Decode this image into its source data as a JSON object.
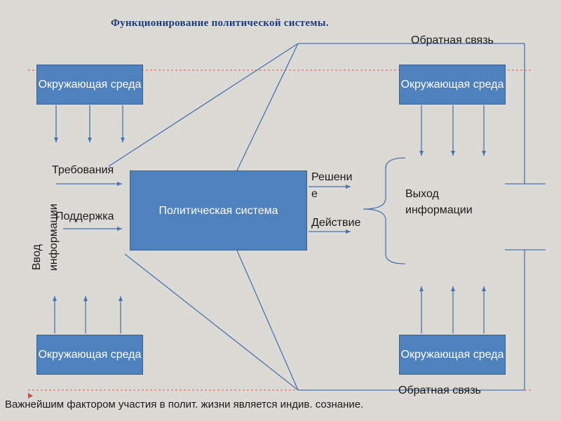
{
  "title": "Функционирование политической системы.",
  "boxes": {
    "environment_label": "Окружающая среда",
    "political_system": "Политическая система"
  },
  "labels": {
    "demands": "Требования",
    "support": "Поддержка",
    "input_info_line1": "Ввод",
    "input_info_line2": "информации",
    "decision_line1": "Решени",
    "decision_line2": "е",
    "action": "Действие",
    "output_info_line1": "Выход",
    "output_info_line2": "информации",
    "feedback_top": "Обратная связь",
    "feedback_bottom": "Обратная связь"
  },
  "footer": "Важнейшим фактором участия в полит. жизни является индив. сознание.",
  "colors": {
    "box_fill": "#4f81bd",
    "line": "#4a72b0",
    "dashed": "#d0605a",
    "title": "#1f3b73"
  }
}
